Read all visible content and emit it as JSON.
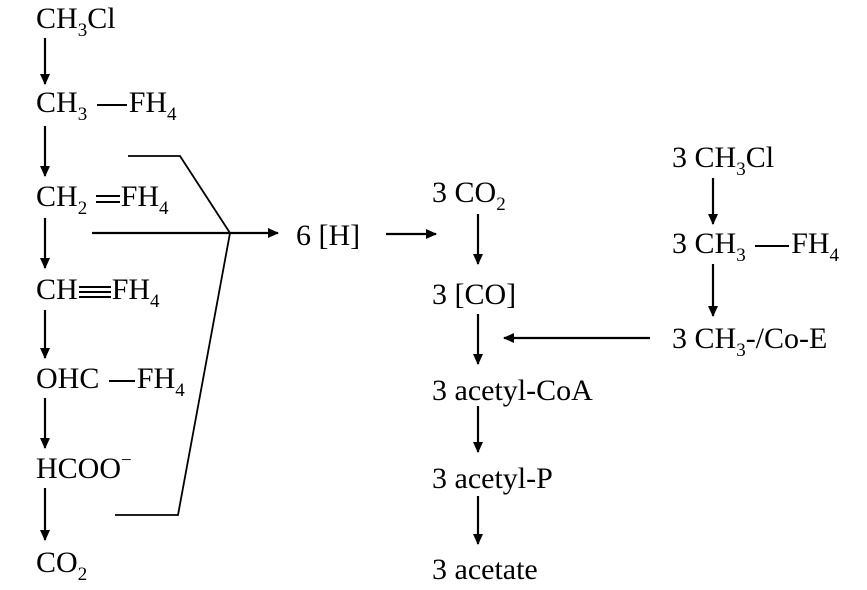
{
  "colors": {
    "ink": "#000000",
    "background": "#ffffff"
  },
  "left": {
    "ch3cl": {
      "a": "CH",
      "s1": "3",
      "b": "Cl"
    },
    "ch3fh4": {
      "a": "CH",
      "s1": "3",
      "b": "FH",
      "s2": "4"
    },
    "ch2fh4": {
      "a": "CH",
      "s1": "2",
      "b": "FH",
      "s2": "4"
    },
    "chfh4": {
      "a": "CH",
      "b": "FH",
      "s2": "4"
    },
    "ohcfh4": {
      "a": "OHC",
      "b": "FH",
      "s2": "4"
    },
    "hcoo": {
      "a": "HCOO",
      "sup": "−"
    },
    "co2": {
      "a": "CO",
      "s1": "2"
    }
  },
  "middle": {
    "six_h": "6 [H]"
  },
  "center": {
    "co2": {
      "n": "3",
      "a": "CO",
      "s1": "2"
    },
    "co": {
      "n": "3",
      "a": "[CO]"
    },
    "acetylcoa": {
      "n": "3",
      "a": "acetyl-CoA"
    },
    "acetylp": {
      "n": "3",
      "a": "acetyl-P"
    },
    "acetate": {
      "n": "3",
      "a": "acetate"
    }
  },
  "right": {
    "ch3cl": {
      "n": "3",
      "a": "CH",
      "s1": "3",
      "b": "Cl"
    },
    "ch3fh4": {
      "n": "3",
      "a": "CH",
      "s1": "3",
      "b": "FH",
      "s2": "4"
    },
    "ch3coe": {
      "n": "3",
      "a": "CH",
      "s1": "3",
      "b": "-/Co-E"
    }
  }
}
